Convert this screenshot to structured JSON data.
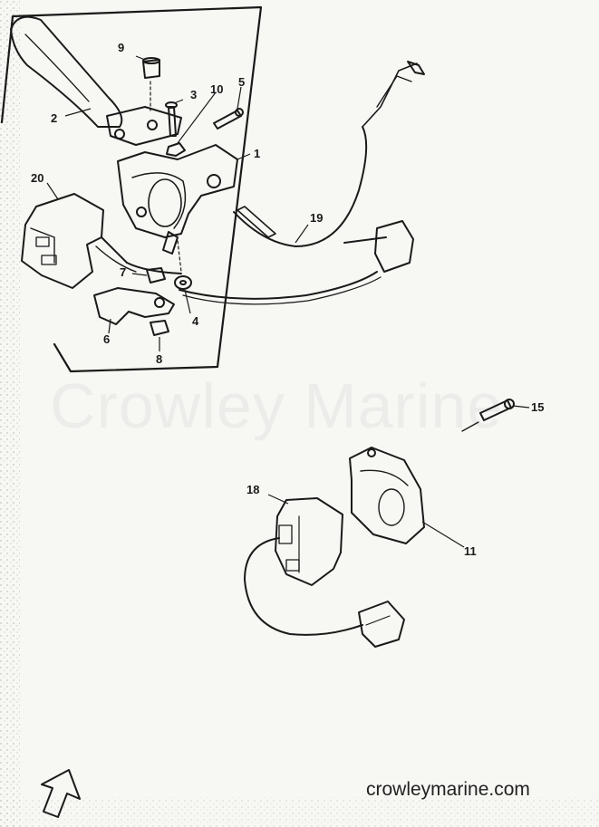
{
  "watermark": "Crowley Marine",
  "footer": "crowleymarine.com",
  "callouts": {
    "c1": "1",
    "c2": "2",
    "c3": "3",
    "c4": "4",
    "c5": "5",
    "c6": "6",
    "c7": "7",
    "c8": "8",
    "c9": "9",
    "c10": "10",
    "c11": "11",
    "c15": "15",
    "c18": "18",
    "c19": "19",
    "c20": "20"
  },
  "icons": {
    "orientation": "direction-arrow-icon"
  },
  "colors": {
    "ink": "#1a1a1a",
    "paper": "#f7f7f4"
  }
}
